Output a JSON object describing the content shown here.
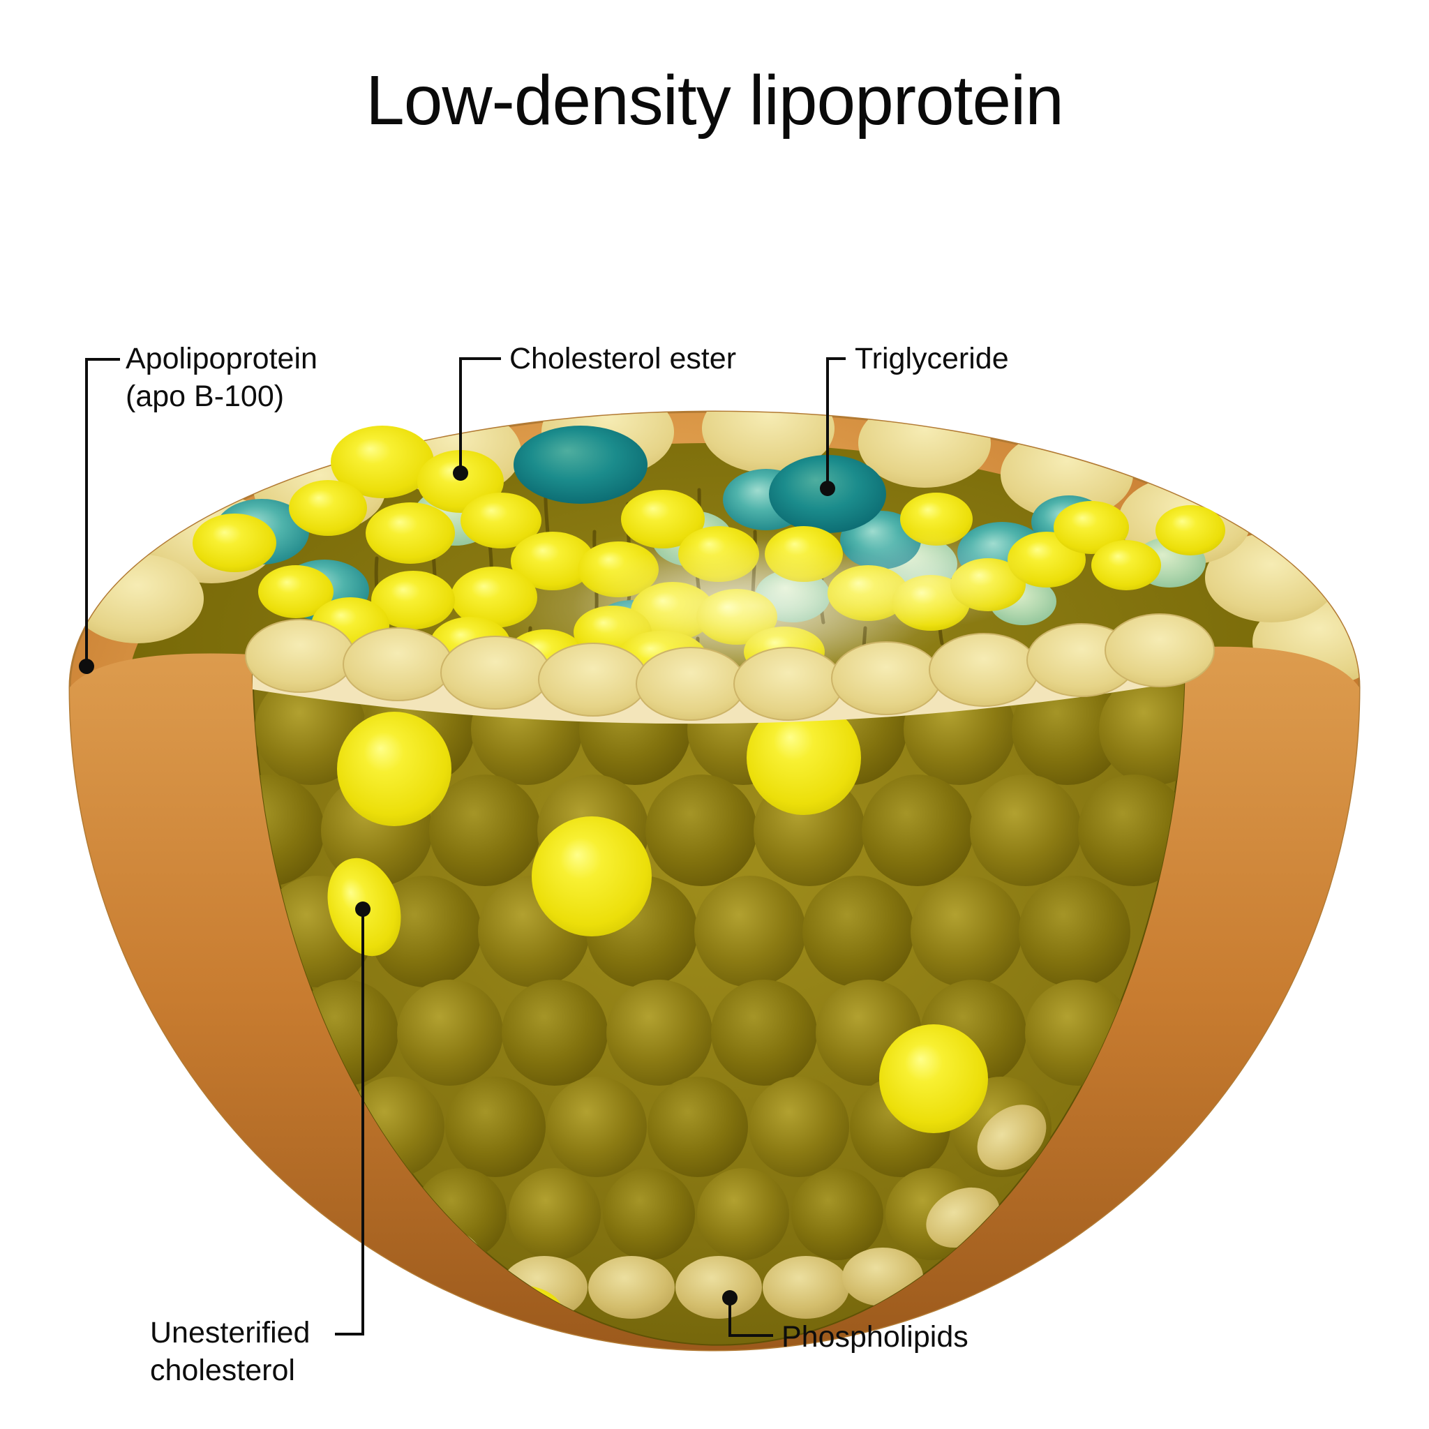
{
  "title": "Low-density lipoprotein",
  "labels": {
    "apolipoprotein": {
      "line1": "Apolipoprotein",
      "line2": "(apo B-100)"
    },
    "cholesterol_ester": {
      "text": "Cholesterol ester"
    },
    "triglyceride": {
      "text": "Triglyceride"
    },
    "unesterified_cholesterol": {
      "line1": "Unesterified",
      "line2": "cholesterol"
    },
    "phospholipids": {
      "text": "Phospholipids"
    }
  },
  "colors": {
    "background": "#ffffff",
    "label_text": "#0d0d0d",
    "shell_orange": "#c87c30",
    "membrane_cream": "#f3e5ba",
    "phospholipid_head_tan": "#d3bd6c",
    "core_olive": "#7a6b09",
    "cholesterol_ester_yellow": "#f0e41c",
    "triglyceride_teal": "#1b8c8c",
    "unesterified_cholesterol_yellow": "#f6ee2a"
  }
}
